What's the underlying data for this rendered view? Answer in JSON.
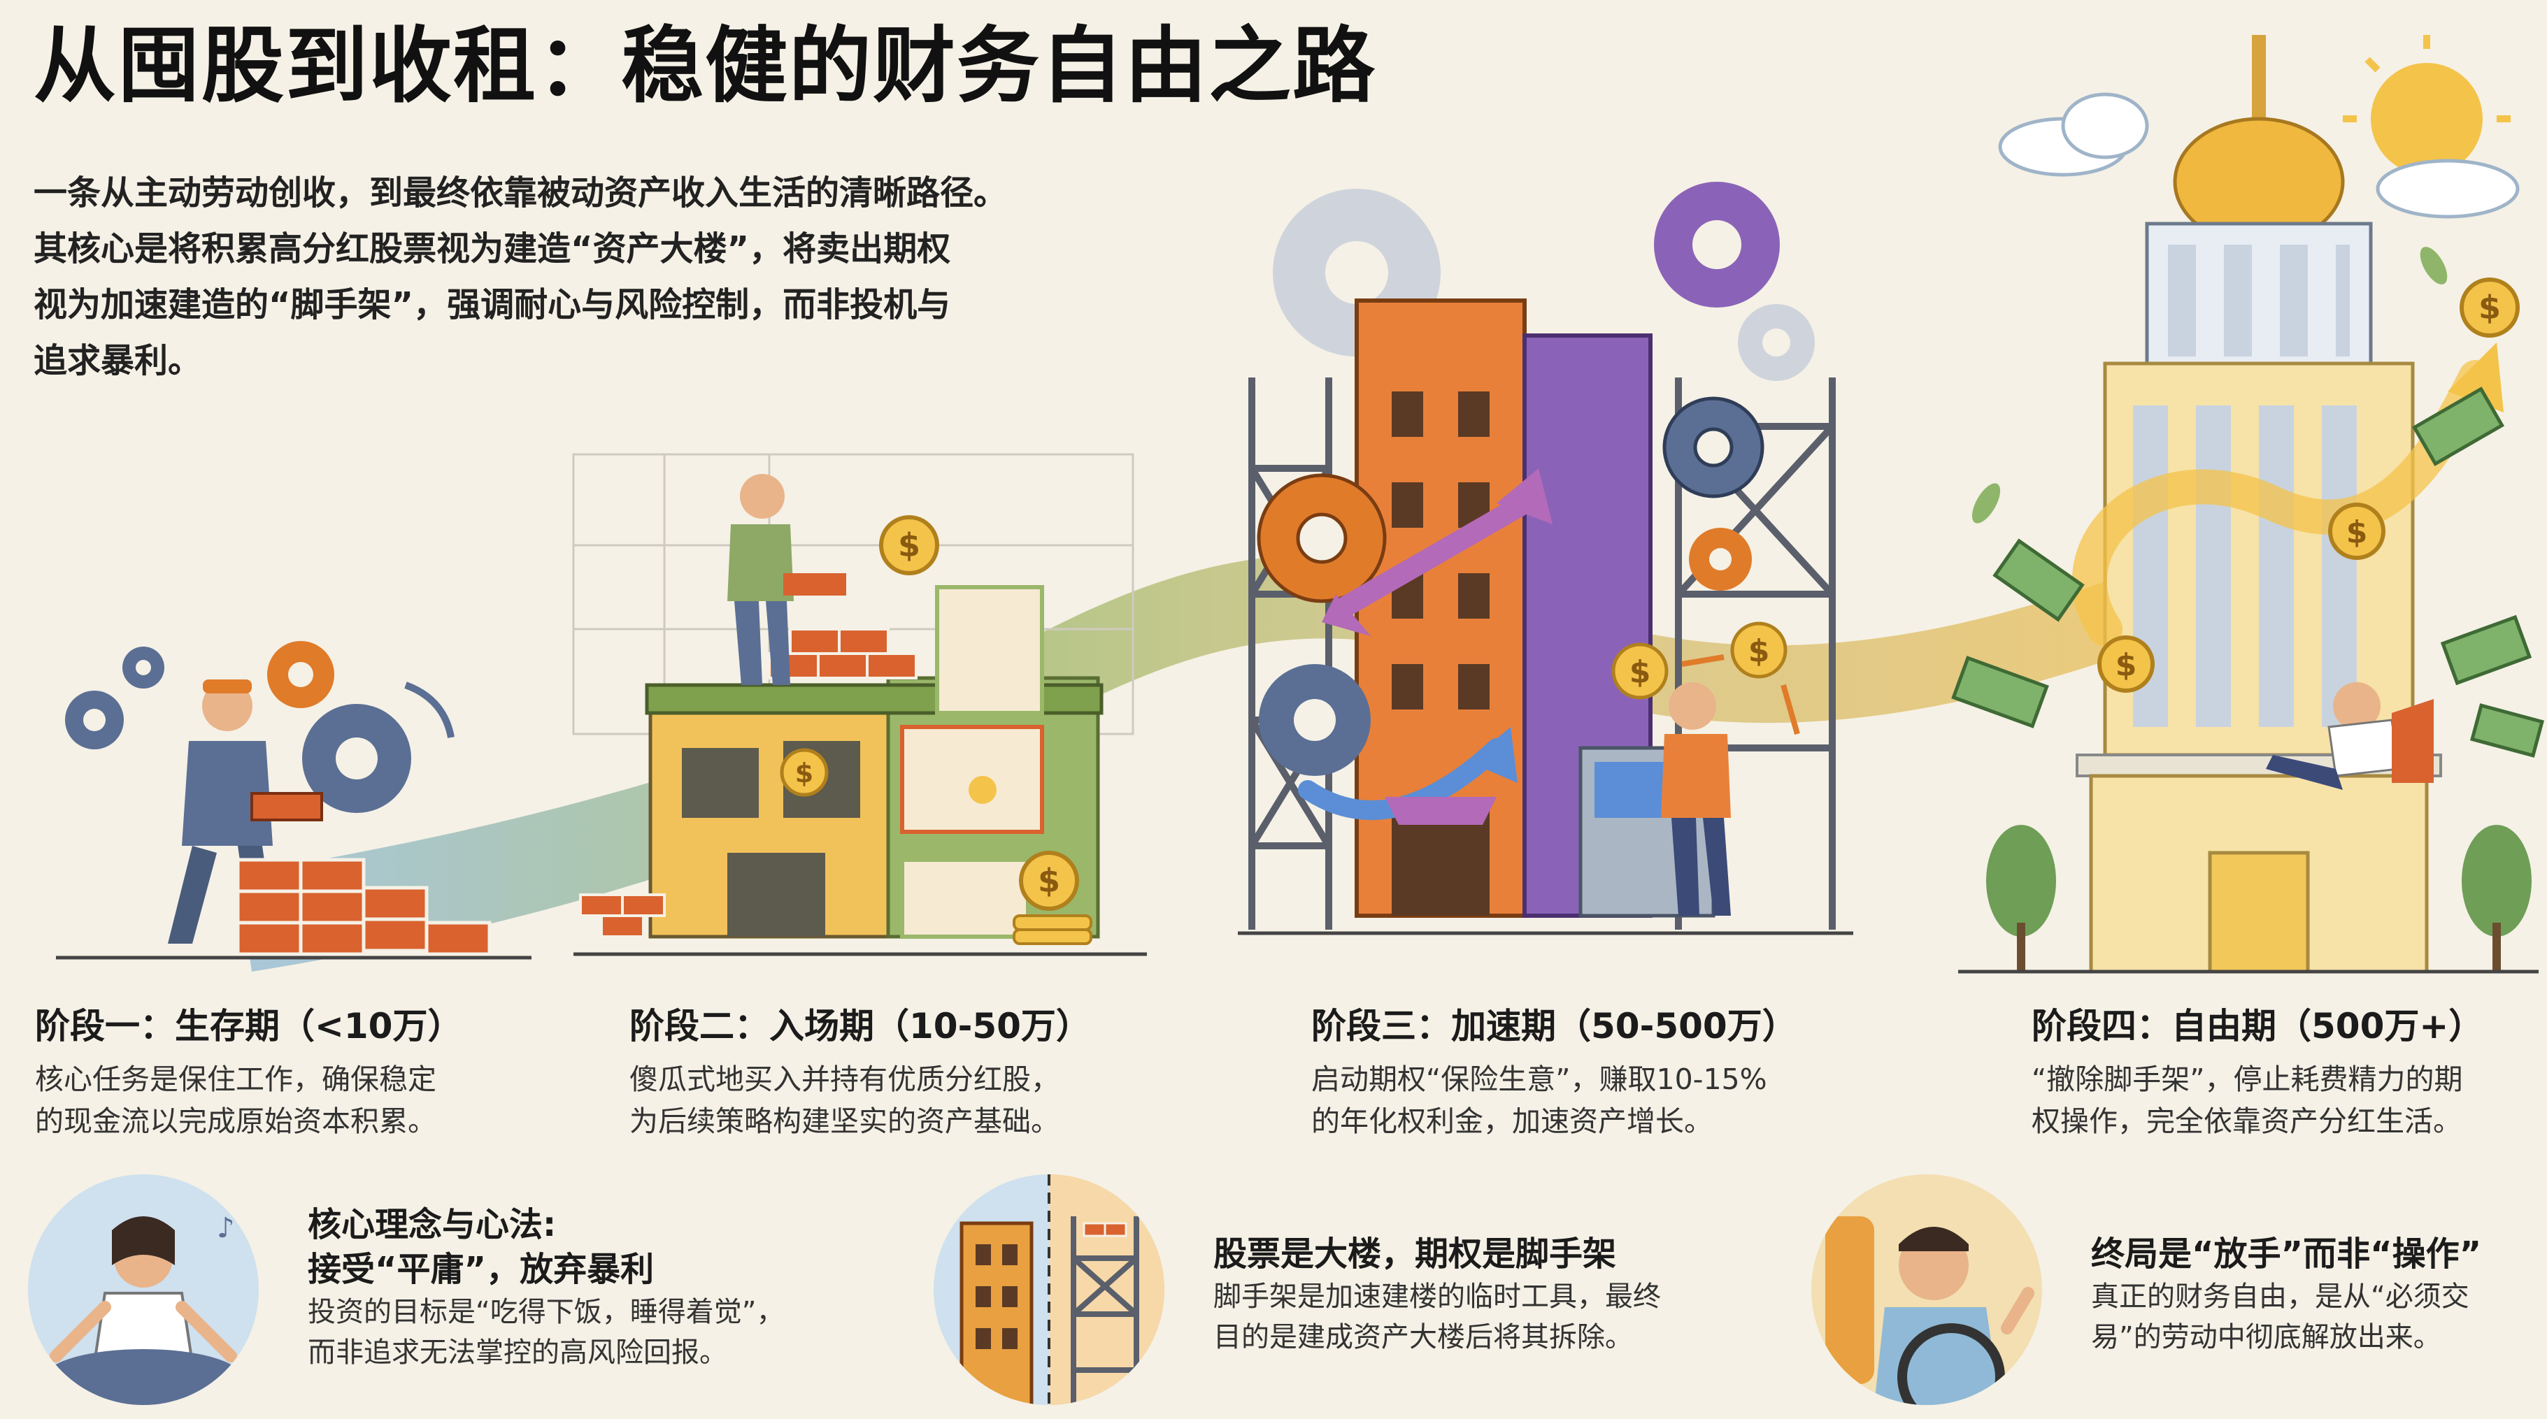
{
  "title": "从囤股到收租：稳健的财务自由之路",
  "intro": [
    "一条从主动劳动创收，到最终依靠被动资产收入生活的清晰路径。",
    "其核心是将积累高分红股票视为建造“资产大楼”，将卖出期权",
    "视为加速建造的“脚手架”，强调耐心与风险控制，而非投机与",
    "追求暴利。"
  ],
  "stages": [
    {
      "title": "阶段一：生存期（<10万）",
      "desc": [
        "核心任务是保住工作，确保稳定",
        "的现金流以完成原始资本积累。"
      ]
    },
    {
      "title": "阶段二：入场期（10-50万）",
      "desc": [
        "傻瓜式地买入并持有优质分红股，",
        "为后续策略构建坚实的资产基础。"
      ]
    },
    {
      "title": "阶段三：加速期（50-500万）",
      "desc": [
        "启动期权“保险生意”，赚取10-15%",
        "的年化权利金，加速资产增长。"
      ]
    },
    {
      "title": "阶段四：自由期（500万+）",
      "desc": [
        "“撤除脚手架”，停止耗费精力的期",
        "权操作，完全依靠资产分红生活。"
      ]
    }
  ],
  "cards": [
    {
      "heading": [
        "核心理念与心法:",
        "接受“平庸”，放弃暴利"
      ],
      "desc": [
        "投资的目标是“吃得下饭，睡得着觉”，",
        "而非追求无法掌控的高风险回报。"
      ]
    },
    {
      "heading": [
        "股票是大楼，期权是脚手架"
      ],
      "desc": [
        "脚手架是加速建楼的临时工具，最终",
        "目的是建成资产大楼后将其拆除。"
      ]
    },
    {
      "heading": [
        "终局是“放手”而非“操作”"
      ],
      "desc": [
        "真正的财务自由，是从“必须交",
        "易”的劳动中彻底解放出来。"
      ]
    }
  ],
  "icons": {
    "coin_symbol": "$"
  },
  "colors": {
    "background": "#f5f1e6",
    "brick": "#d9622f",
    "gear_blue": "#5b6f94",
    "gear_orange": "#e07b2a",
    "ribbon_blue": "#8fb9d6",
    "ribbon_green": "#9ab76a",
    "ribbon_gold": "#f2c25a",
    "tower_purple": "#8a63b8",
    "tower_orange": "#e8803a",
    "gold": "#f4c34a"
  }
}
